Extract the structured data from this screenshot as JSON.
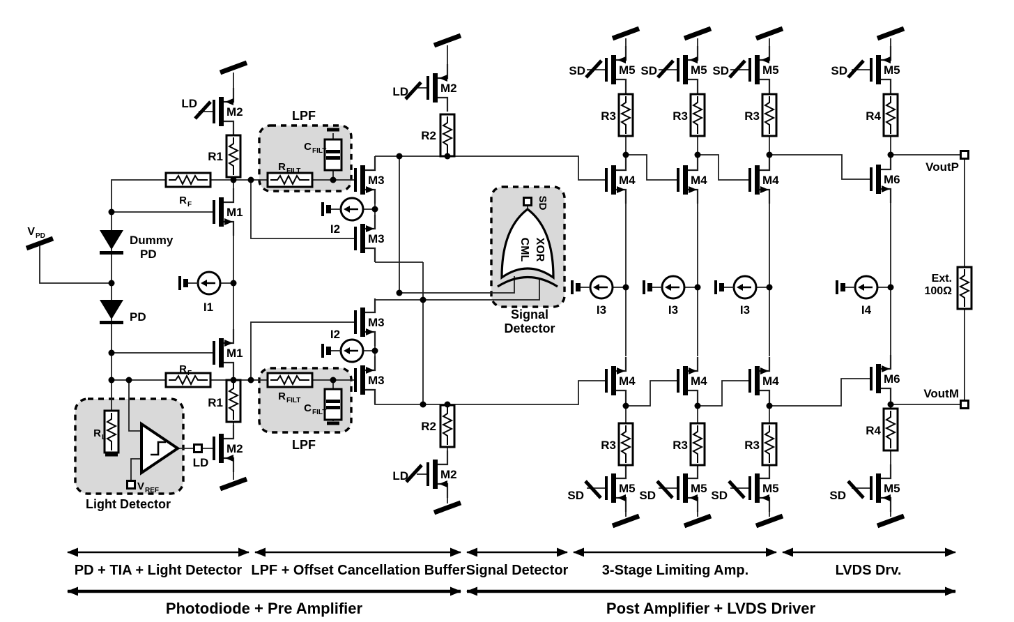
{
  "devices": {
    "m1": "M1",
    "m2": "M2",
    "m3": "M3",
    "m4": "M4",
    "m5": "M5",
    "m6": "M6",
    "r1": "R1",
    "r2": "R2",
    "r3": "R3",
    "r4": "R4",
    "i1": "I1",
    "i2": "I2",
    "i3": "I3",
    "i4": "I4"
  },
  "subs": {
    "rf": [
      "R",
      "F"
    ],
    "rfilt": [
      "R",
      "FILT"
    ],
    "cfilt": [
      "C",
      "FILT"
    ],
    "rl": [
      "R",
      "L"
    ],
    "vref": [
      "V",
      "REF"
    ],
    "vpd": [
      "V",
      "PD"
    ]
  },
  "signals": {
    "ld": "LD",
    "sd": "SD",
    "voutp": "VoutP",
    "voutm": "VoutM"
  },
  "photodiode": {
    "dummy1": "Dummy",
    "dummy2": "PD",
    "pd": "PD"
  },
  "blocks": {
    "lpf": "LPF",
    "light_detector": "Light Detector",
    "signal1": "Signal",
    "signal2": "Detector",
    "xor1": "CML",
    "xor2": "XOR"
  },
  "load": {
    "ext1": "Ext.",
    "ext2": "100Ω"
  },
  "sections": {
    "row1": [
      "PD + TIA + Light Detector",
      "LPF + Offset Cancellation Buffer",
      "Signal Detector",
      "3-Stage Limiting Amp.",
      "LVDS Drv."
    ],
    "row2": [
      "Photodiode + Pre Amplifier",
      "Post Amplifier + LVDS Driver"
    ]
  }
}
